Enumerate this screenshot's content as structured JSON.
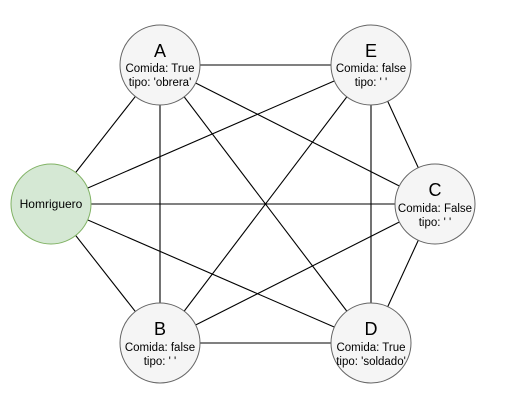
{
  "colors": {
    "edge": "#000000",
    "node_fill": "#f5f5f5",
    "node_stroke": "#666666",
    "hub_fill": "#d5e8d4",
    "hub_stroke": "#82b366",
    "text": "#000000"
  },
  "hub": {
    "id": "hub",
    "label": "Homriguero"
  },
  "nodes": [
    {
      "id": "A",
      "title": "A",
      "line1": "Comida: True",
      "line2": "tipo: 'obrera'"
    },
    {
      "id": "E",
      "title": "E",
      "line1": "Comida: false",
      "line2": "tipo: ' '"
    },
    {
      "id": "C",
      "title": "C",
      "line1": "Comida: False",
      "line2": "tipo: ' '"
    },
    {
      "id": "B",
      "title": "B",
      "line1": "Comida: false",
      "line2": "tipo: ' '"
    },
    {
      "id": "D",
      "title": "D",
      "line1": "Comida: True",
      "line2": "tipo: 'soldado'"
    }
  ],
  "edges": [
    [
      "hub",
      "A"
    ],
    [
      "hub",
      "E"
    ],
    [
      "hub",
      "C"
    ],
    [
      "hub",
      "B"
    ],
    [
      "hub",
      "D"
    ],
    [
      "A",
      "E"
    ],
    [
      "A",
      "C"
    ],
    [
      "A",
      "B"
    ],
    [
      "A",
      "D"
    ],
    [
      "E",
      "C"
    ],
    [
      "E",
      "B"
    ],
    [
      "E",
      "D"
    ],
    [
      "C",
      "B"
    ],
    [
      "C",
      "D"
    ],
    [
      "B",
      "D"
    ]
  ]
}
